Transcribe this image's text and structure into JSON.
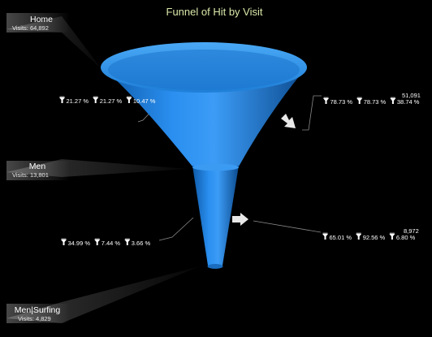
{
  "chart_data": {
    "type": "funnel",
    "title": "Funnel of Hit by Visit",
    "stages": [
      {
        "name": "Home",
        "visits_label": "Visits: 64,892",
        "visits": 64892
      },
      {
        "name": "Men",
        "visits_label": "Visits: 13,801",
        "visits": 13801
      },
      {
        "name": "Men|Surfing",
        "visits_label": "Visits: 4,829",
        "visits": 4829
      }
    ],
    "transitions": [
      {
        "from": "Home",
        "to": "Men",
        "continue_pcts": [
          "21.27 %",
          "21.27 %",
          "10.47 %"
        ],
        "exit_pcts": [
          "78.73 %",
          "78.73 %",
          "38.74 %"
        ],
        "exit_count": "51,091"
      },
      {
        "from": "Men",
        "to": "Men|Surfing",
        "continue_pcts": [
          "34.99 %",
          "7.44 %",
          "3.66 %"
        ],
        "exit_pcts": [
          "65.01 %",
          "92.56 %",
          "6.80 %"
        ],
        "exit_count": "8,972"
      }
    ],
    "colors": {
      "funnel": "#1f7fd8",
      "funnel_light": "#5eb2f5",
      "funnel_dark": "#0d4e95",
      "title": "#d9e8a8",
      "background": "#000000"
    }
  }
}
